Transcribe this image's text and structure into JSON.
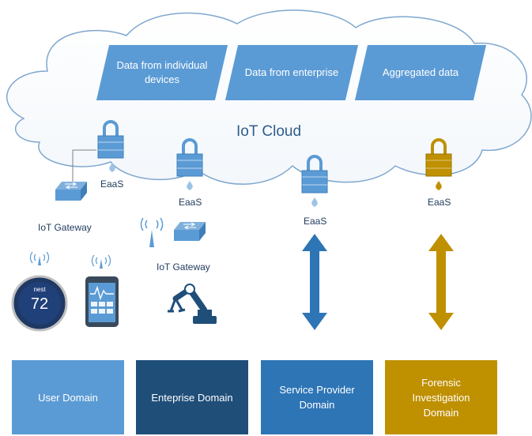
{
  "cloud": {
    "label": "IoT Cloud",
    "boxes": [
      "Data from individual devices",
      "Data from enterprise",
      "Aggregated data"
    ]
  },
  "labels": {
    "eaas": "EaaS",
    "gateway": "IoT Gateway",
    "thermostat_brand": "nest",
    "thermostat_value": "72"
  },
  "domains": [
    {
      "name": "User Domain",
      "color": "#5b9bd5"
    },
    {
      "name": "Enteprise Domain",
      "color": "#1f4e79"
    },
    {
      "name": "Service Provider Domain",
      "color": "#2e75b6"
    },
    {
      "name": "Forensic Investigation Domain",
      "color": "#bf9000"
    }
  ],
  "colors": {
    "blue_light": "#5b9bd5",
    "blue_mid": "#2e75b6",
    "blue_dark": "#1f4e79",
    "gold": "#bf9000"
  },
  "icons": [
    "padlock-icon",
    "router-icon",
    "antenna-icon",
    "thermostat-icon",
    "tablet-icon",
    "robot-arm-icon",
    "double-arrow-icon"
  ]
}
